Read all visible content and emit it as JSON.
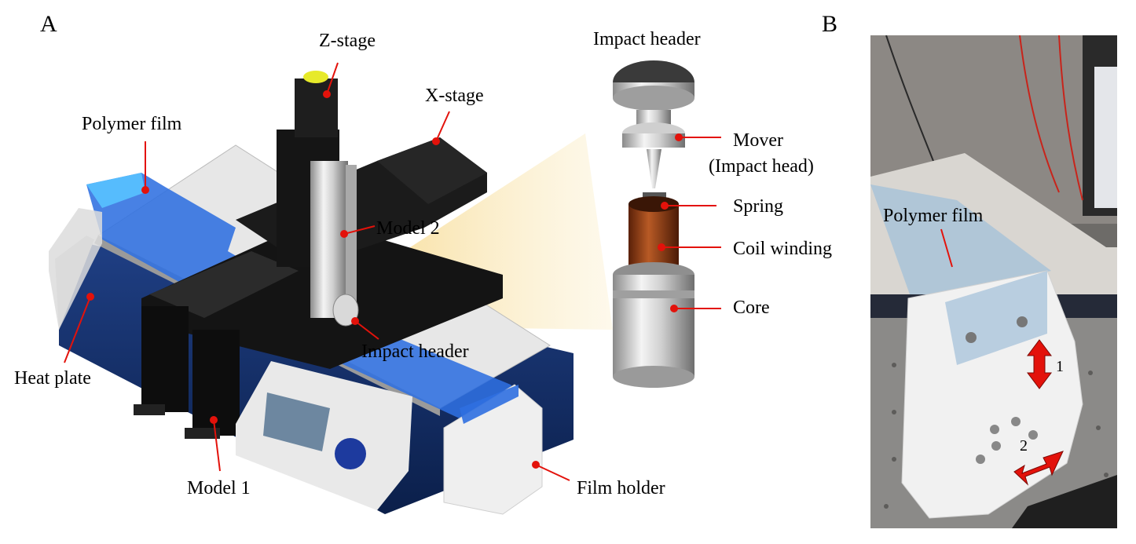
{
  "panels": {
    "a": "A",
    "b": "B"
  },
  "panel_a": {
    "labels": {
      "z_stage": "Z-stage",
      "x_stage": "X-stage",
      "polymer_film": "Polymer film",
      "model_2": "Model 2",
      "impact_header": "Impact header",
      "heat_plate": "Heat plate",
      "model_1": "Model 1",
      "film_holder": "Film holder"
    },
    "exploded_view": {
      "title": "Impact header",
      "mover": "Mover",
      "mover_sub": "(Impact head)",
      "spring": "Spring",
      "coil_winding": "Coil winding",
      "core": "Core"
    }
  },
  "panel_b": {
    "labels": {
      "polymer_film": "Polymer film",
      "arrow_1": "1",
      "arrow_2": "2"
    }
  },
  "colors": {
    "stage_black": "#111111",
    "base_blue": "#0f2a5c",
    "film_blue": "#2f6fe0",
    "leader_red": "#e3120b",
    "coil_copper": "#8a3a12",
    "plate_white": "#ececec"
  }
}
